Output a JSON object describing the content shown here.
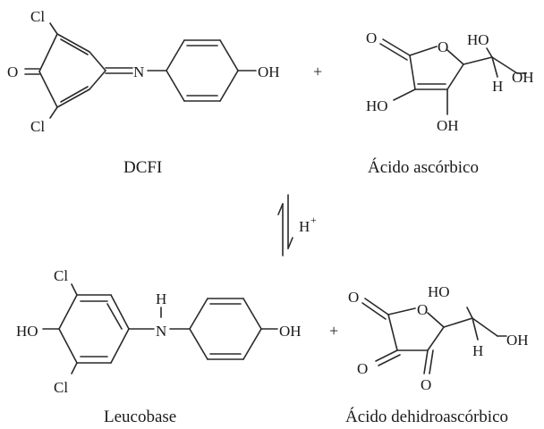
{
  "atoms": {
    "cl": "Cl",
    "o": "O",
    "n": "N",
    "h": "H",
    "oh": "OH",
    "ho": "HO"
  },
  "operators": {
    "plus": "+"
  },
  "catalyst": {
    "base": "H",
    "superscript": "+"
  },
  "compounds": {
    "dcfi": "DCFI",
    "ascorbic_acid": "Ácido ascórbico",
    "leucobase": "Leucobase",
    "dehydroascorbic_acid": "Ácido dehidroascórbico"
  }
}
